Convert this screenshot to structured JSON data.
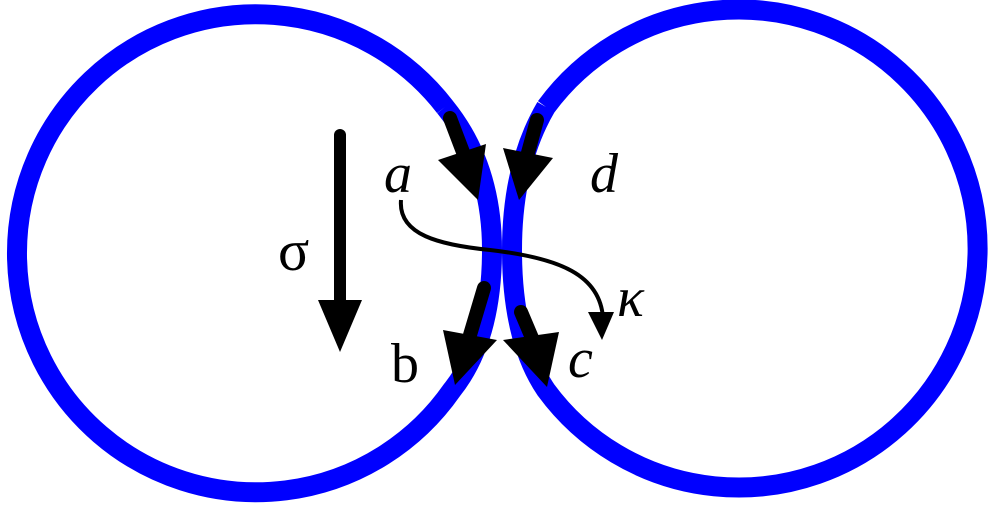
{
  "colors": {
    "loop": "#0000ff",
    "arrow": "#000000",
    "background": "#ffffff"
  },
  "labels": {
    "sigma": "σ",
    "a": "a",
    "b": "b",
    "c": "c",
    "d": "d",
    "kappa": "κ"
  }
}
